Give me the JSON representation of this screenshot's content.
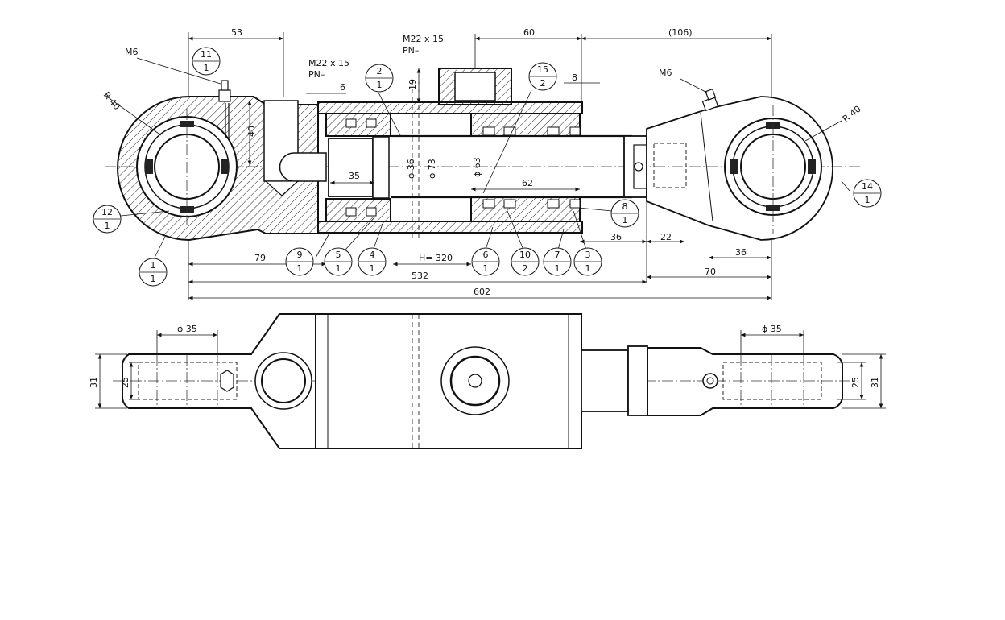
{
  "top_view": {
    "dims": {
      "d53": "53",
      "d60": "60",
      "d106": "(106)",
      "d8": "8",
      "d6": "6",
      "d19": "19",
      "d40": "40",
      "d35": "35",
      "d62": "62",
      "d36a": "36",
      "d22": "22",
      "d36b": "36",
      "d70": "70",
      "d79": "79",
      "dH": "H= 320",
      "d532": "532",
      "d602": "602",
      "phi36": "ϕ 36",
      "phi73": "ϕ 73",
      "phi63": "ϕ 63"
    },
    "callouts": {
      "m6_left": "M6",
      "m6_right": "M6",
      "thread_left_1": "M22 x 15",
      "thread_left_2": "PN–",
      "thread_top_1": "M22 x 15",
      "thread_top_2": "PN–",
      "r40_left": "R 40",
      "r40_right": "R 40"
    },
    "balloons": [
      {
        "top": "11",
        "bottom": "1"
      },
      {
        "top": "2",
        "bottom": "1"
      },
      {
        "top": "15",
        "bottom": "2"
      },
      {
        "top": "12",
        "bottom": "1"
      },
      {
        "top": "1",
        "bottom": "1"
      },
      {
        "top": "8",
        "bottom": "1"
      },
      {
        "top": "14",
        "bottom": "1"
      },
      {
        "top": "9",
        "bottom": "1"
      },
      {
        "top": "5",
        "bottom": "1"
      },
      {
        "top": "4",
        "bottom": "1"
      },
      {
        "top": "6",
        "bottom": "1"
      },
      {
        "top": "10",
        "bottom": "2"
      },
      {
        "top": "7",
        "bottom": "1"
      },
      {
        "top": "3",
        "bottom": "1"
      }
    ]
  },
  "bottom_view": {
    "dims": {
      "phi35_left": "ϕ 35",
      "phi35_right": "ϕ 35",
      "d31_left": "31",
      "d25_left": "25",
      "d25_right": "25",
      "d31_right": "31"
    }
  }
}
